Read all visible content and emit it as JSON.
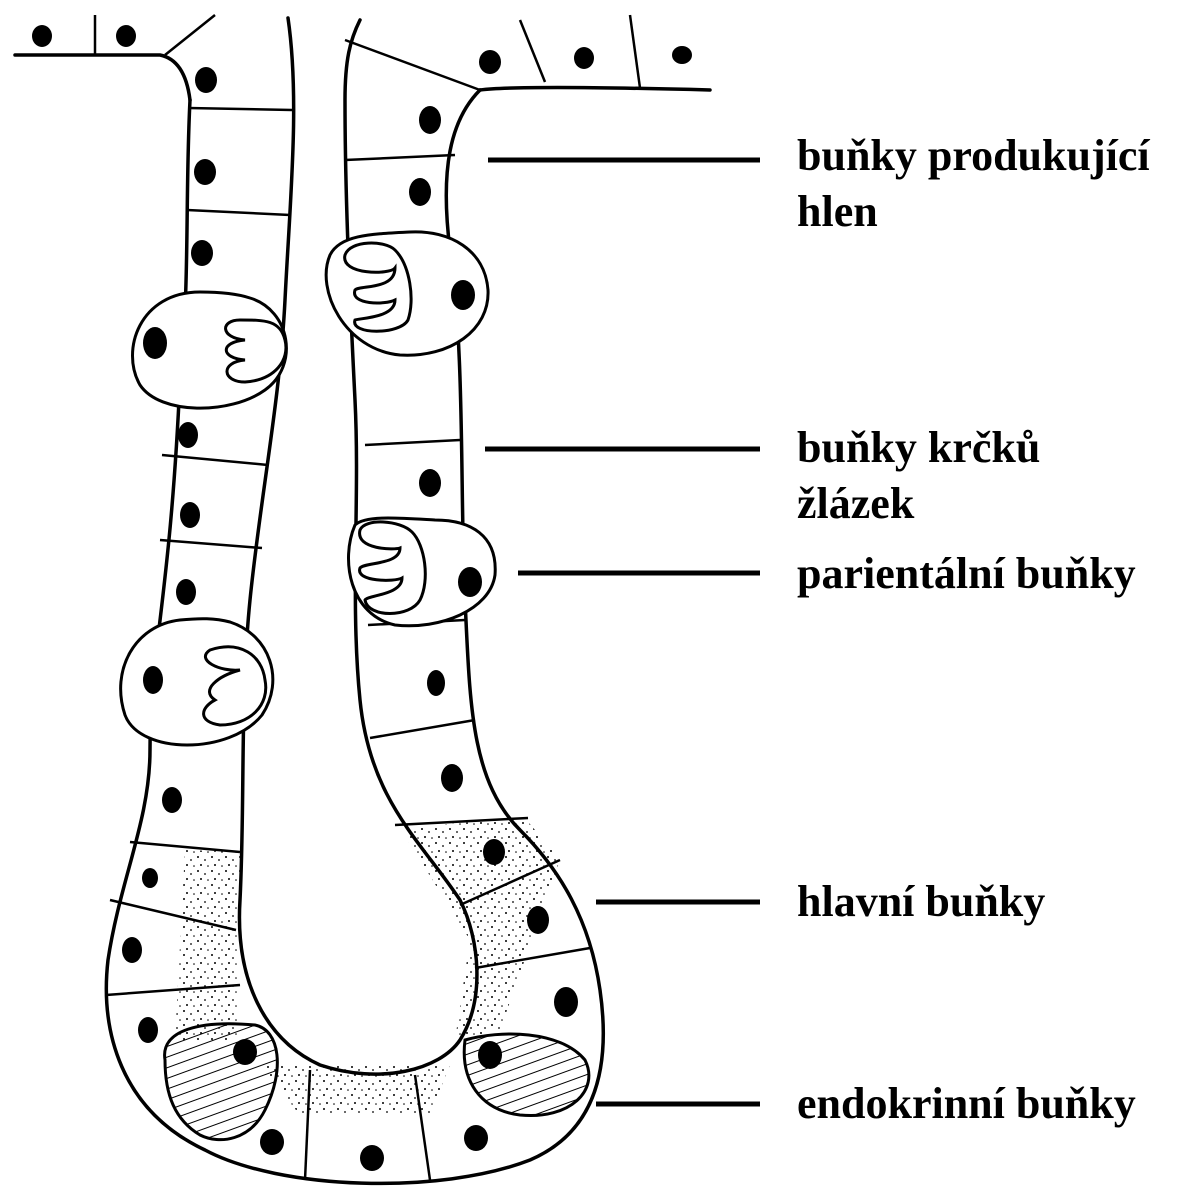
{
  "labels": {
    "mucous_cells": [
      "buňky produkující",
      "hlen"
    ],
    "neck_cells": [
      "buňky krčků",
      "žlázek"
    ],
    "parietal_cells": [
      "parientální buňky"
    ],
    "chief_cells": [
      "hlavní buňky"
    ],
    "endocrine_cells": [
      "endokrinní buňky"
    ]
  }
}
